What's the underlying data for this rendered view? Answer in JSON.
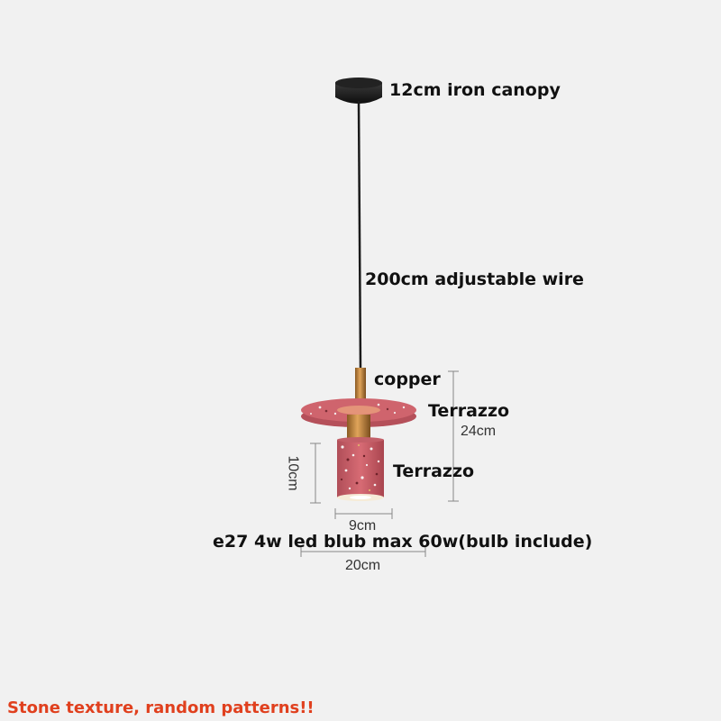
{
  "labels": {
    "canopy": "12cm iron canopy",
    "wire": "200cm adjustable wire",
    "copper": "copper",
    "terrazzo_shade": "Terrazzo",
    "terrazzo_body": "Terrazzo",
    "bulb": "e27 4w led blub max 60w(bulb include)"
  },
  "dimensions": {
    "height_total": "24cm",
    "height_body": "10cm",
    "width_body": "9cm",
    "width_shade": "20cm"
  },
  "notice": {
    "text": "Stone texture, random patterns!!",
    "color": "#e0401e"
  },
  "colors": {
    "background": "#f1f1f1",
    "terrazzo": "#c85a63",
    "copper": "#c98a3a",
    "canopy": "#1a1a1a"
  }
}
